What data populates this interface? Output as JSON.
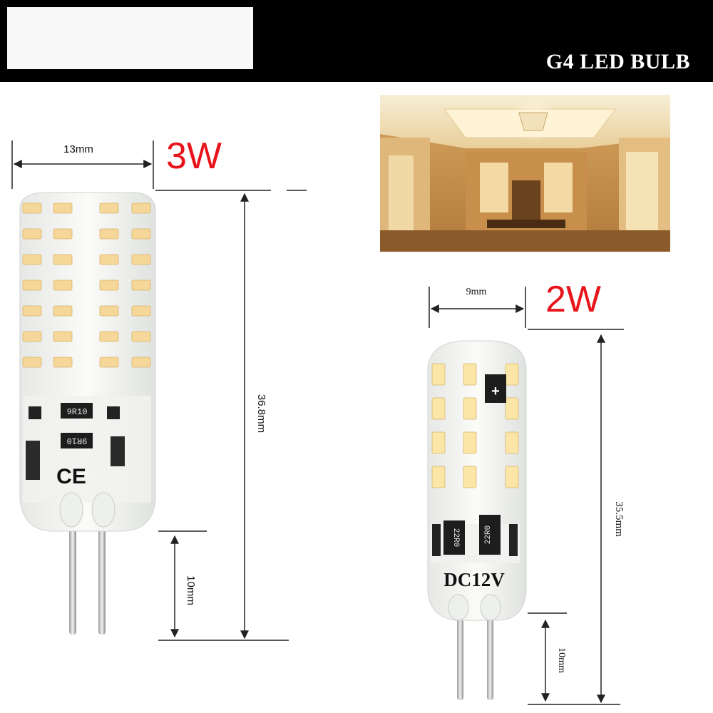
{
  "header": {
    "title": "G4 LED BULB"
  },
  "bulb_3w": {
    "wattage": "3W",
    "width_dim": "13mm",
    "length_dim": "36.8mm",
    "pin_dim": "10mm",
    "resistor_label_1": "9R10",
    "resistor_label_2": "9R10",
    "cert_mark": "CE"
  },
  "bulb_2w": {
    "wattage": "2W",
    "width_dim": "9mm",
    "length_dim": "35.5mm",
    "pin_dim": "10mm",
    "resistor_label_1": "22R0",
    "resistor_label_2": "22R0",
    "voltage_label": "DC12V",
    "polarity": "+"
  },
  "colors": {
    "header_bg": "#000000",
    "wattage_red": "#e8141c",
    "led_warm": "#f6d79a",
    "led_cool": "#fbe6a8"
  }
}
